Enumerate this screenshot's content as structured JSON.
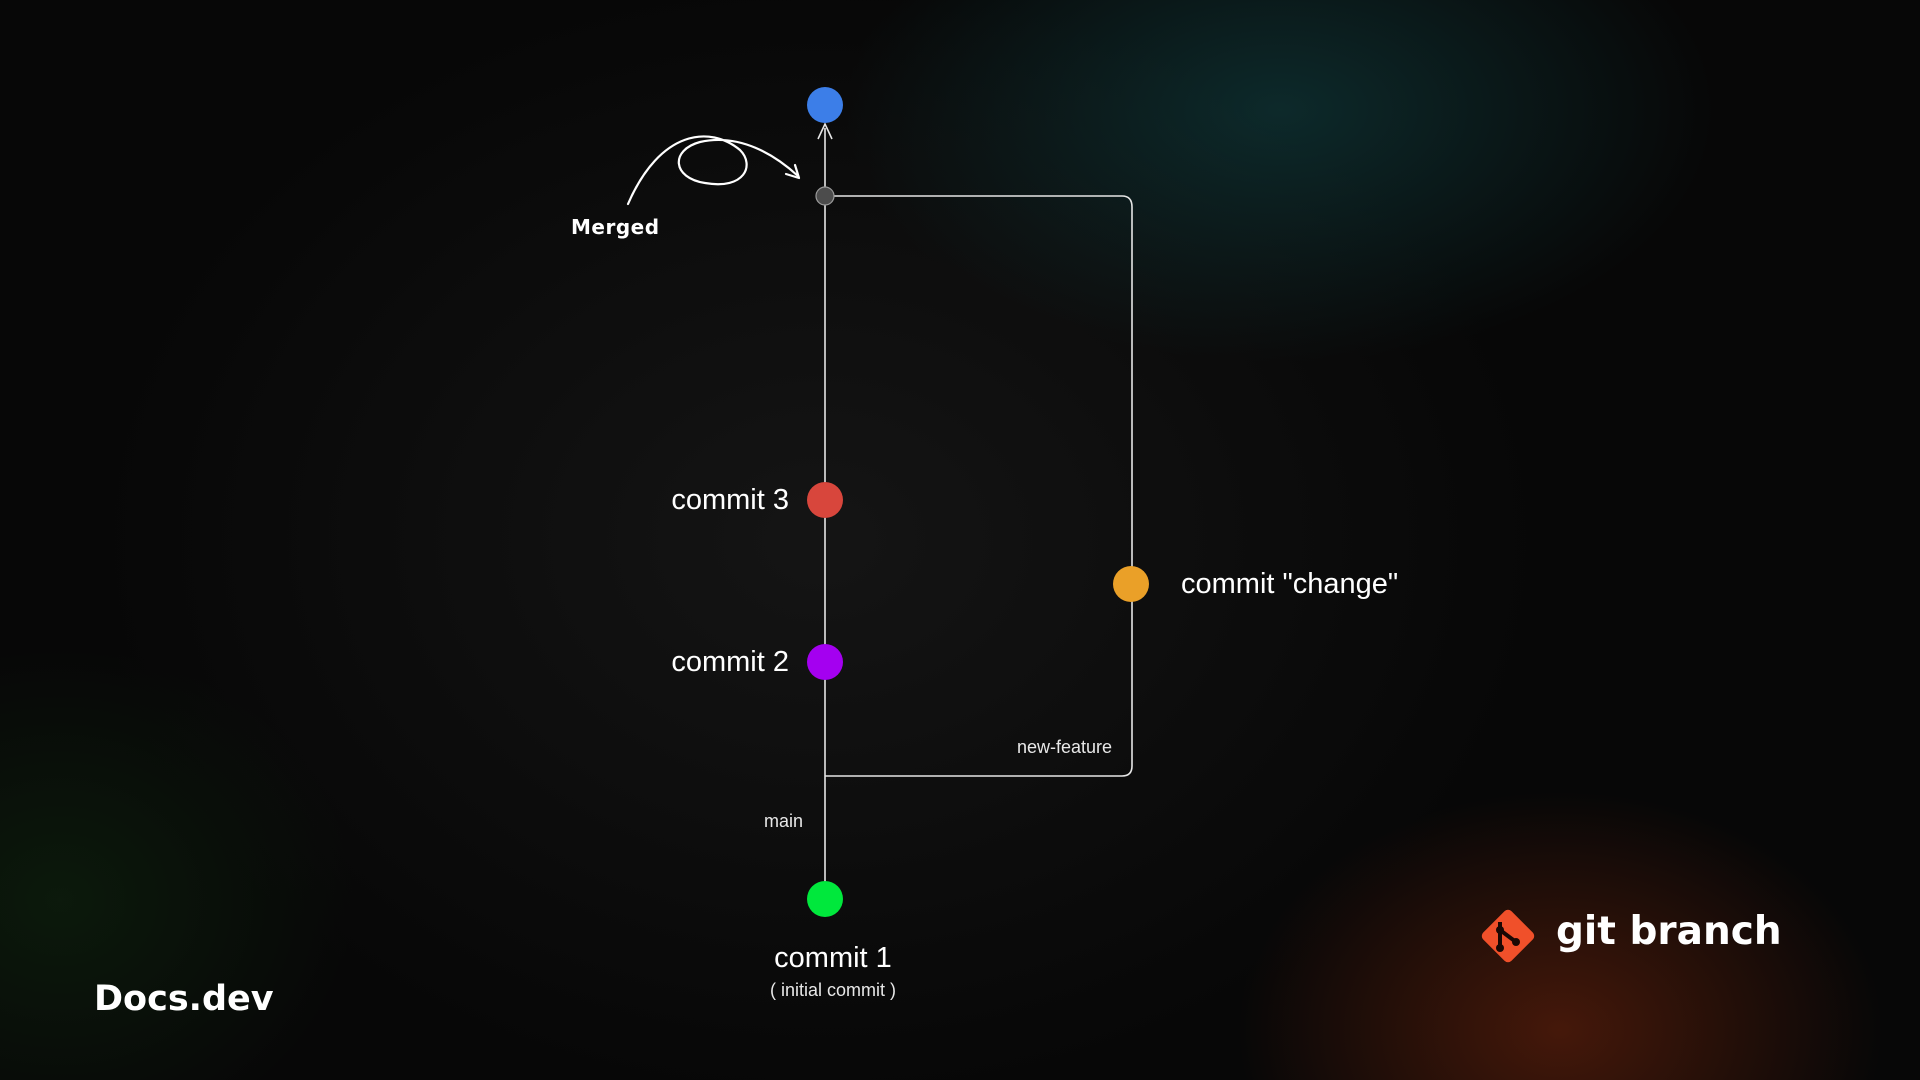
{
  "labels": {
    "merged": "Merged",
    "branch_main": "main",
    "branch_feature": "new-feature"
  },
  "commits": [
    {
      "id": "c1",
      "label": "commit 1",
      "sublabel": "( initial commit )",
      "color": "#00E83C"
    },
    {
      "id": "c2",
      "label": "commit 2",
      "color": "#A400F0"
    },
    {
      "id": "c3",
      "label": "commit 3",
      "color": "#D8463C"
    },
    {
      "id": "c4",
      "label": "commit \"change\"",
      "color": "#EAA028"
    },
    {
      "id": "merge",
      "color": "#4C4C4C"
    },
    {
      "id": "head",
      "color": "#3C7EE8"
    }
  ],
  "footer": {
    "brand": "Docs.dev",
    "title": "git branch",
    "icon": "git-logo-icon",
    "icon_color": "#F0502A"
  }
}
